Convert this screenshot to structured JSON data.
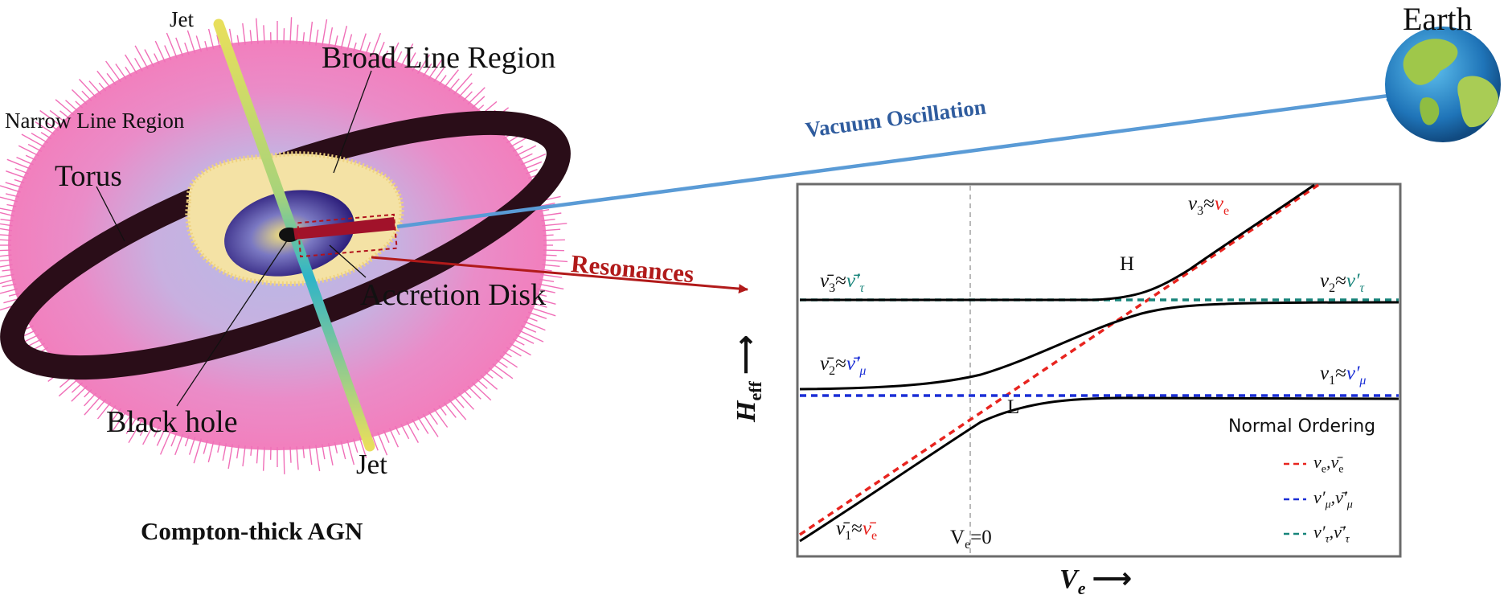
{
  "agn": {
    "caption": "Compton-thick AGN",
    "labels": {
      "jet_top": "Jet",
      "jet_bottom": "Jet",
      "broad_line_region": "Broad Line Region",
      "narrow_line_region": "Narrow Line Region",
      "torus": "Torus",
      "accretion_disk": "Accretion Disk",
      "black_hole": "Black hole"
    }
  },
  "arrows": {
    "vacuum": "Vacuum Oscillation",
    "resonances": "Resonances"
  },
  "earth": {
    "label": "Earth"
  },
  "plot": {
    "ylabel_main": "H",
    "ylabel_sub": "eff",
    "xlabel_main": "V",
    "xlabel_sub": "e",
    "arrow_glyph": "⟶",
    "zero_label": "V",
    "zero_label_sub": "e",
    "zero_label_tail": "=0",
    "resonance_H": "H",
    "resonance_L": "L",
    "states": {
      "nu3": {
        "base": "ν",
        "idx": "3",
        "approx": "≈",
        "flavor": "ν",
        "flavor_sub": "e"
      },
      "nu2": {
        "base": "ν",
        "idx": "2",
        "approx": "≈",
        "flavor": "ν′",
        "flavor_sub": "τ"
      },
      "nu1": {
        "base": "ν",
        "idx": "1",
        "approx": "≈",
        "flavor": "ν′",
        "flavor_sub": "μ"
      },
      "nubar3": {
        "base": "ν̄",
        "idx": "3",
        "approx": "≈",
        "flavor": "ν̄′",
        "flavor_sub": "τ"
      },
      "nubar2": {
        "base": "ν̄",
        "idx": "2",
        "approx": "≈",
        "flavor": "ν̄′",
        "flavor_sub": "μ"
      },
      "nubar1": {
        "base": "ν̄",
        "idx": "1",
        "approx": "≈",
        "flavor": "ν̄",
        "flavor_sub": "e"
      }
    },
    "legend": {
      "title": "Normal Ordering",
      "items": [
        {
          "a": "ν",
          "a_sub": "e",
          "b": "ν̄",
          "b_sub": "e",
          "color": "#e8241f"
        },
        {
          "a": "ν′",
          "a_sub": "μ",
          "b": "ν̄′",
          "b_sub": "μ",
          "color": "#1b2fd6"
        },
        {
          "a": "ν′",
          "a_sub": "τ",
          "b": "ν̄′",
          "b_sub": "τ",
          "color": "#17847a"
        }
      ]
    },
    "colors": {
      "electron": "#e8241f",
      "muon": "#1b2fd6",
      "tau": "#17847a",
      "eigen": "#000000",
      "frame": "#6b6b6b"
    }
  }
}
